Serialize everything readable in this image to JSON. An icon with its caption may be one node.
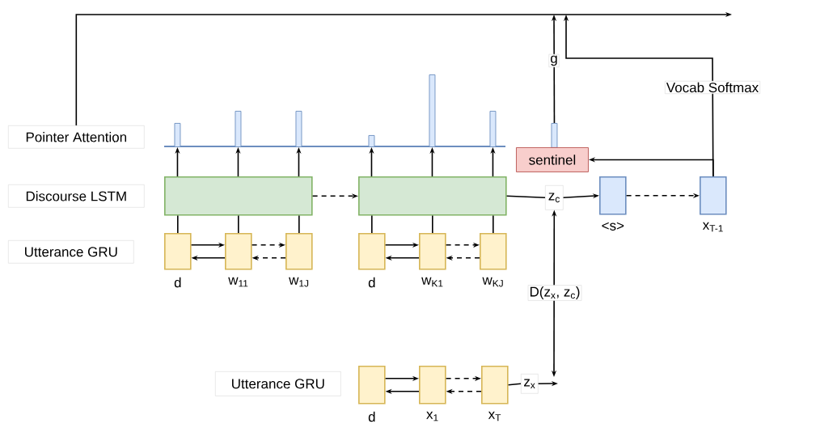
{
  "diagram": {
    "nodes": [
      {
        "text": [
          "Pointer Attention"
        ]
      },
      {
        "text": [
          "Discourse LSTM"
        ]
      },
      {
        "text": [
          "Utterance GRU"
        ]
      },
      {
        "text": [],
        "shape": "box"
      },
      {
        "text": [],
        "shape": "box"
      },
      {
        "text": [],
        "shape": "box",
        "beside": [
          "d"
        ]
      },
      {
        "text": [],
        "shape": "box",
        "beside": [
          "w$_{11}$"
        ]
      },
      {
        "text": [],
        "shape": "box",
        "beside": [
          "w$_{1J}$"
        ]
      },
      {
        "text": [],
        "shape": "box",
        "beside": [
          "d"
        ]
      },
      {
        "text": [],
        "shape": "box",
        "beside": [
          "w$_{K1}$"
        ]
      },
      {
        "text": [],
        "shape": "box",
        "beside": [
          "w$_{KJ}$"
        ]
      },
      {
        "text": [],
        "shape": "bar"
      },
      {
        "text": [],
        "shape": "bar"
      },
      {
        "text": [],
        "shape": "bar"
      },
      {
        "text": [],
        "shape": "bar"
      },
      {
        "text": [],
        "shape": "bar"
      },
      {
        "text": [],
        "shape": "bar"
      },
      {
        "text": [],
        "shape": "bar"
      },
      {
        "text": [
          "sentinel"
        ]
      },
      {
        "text": [
          "z$_{c}$"
        ]
      },
      {
        "text": [],
        "shape": "box",
        "beside": [
          "<s>"
        ]
      },
      {
        "text": [],
        "shape": "box",
        "beside": [
          "x$_{T-1}$"
        ]
      },
      {
        "text": [
          "Utterance GRU"
        ]
      },
      {
        "text": [],
        "shape": "box",
        "beside": [
          "d"
        ]
      },
      {
        "text": [],
        "shape": "box",
        "beside": [
          "x$_{1}$"
        ]
      },
      {
        "text": [],
        "shape": "box",
        "beside": [
          "x$_{T}$"
        ]
      },
      {
        "text": [
          "z$_{x}$"
        ]
      }
    ],
    "edges": [
      {
        "from": 0,
        "to": null,
        "arrow": "to"
      },
      {
        "from": 5,
        "to": 3,
        "arrow": "none"
      },
      {
        "from": 6,
        "to": 3,
        "arrow": "none"
      },
      {
        "from": 7,
        "to": 3,
        "arrow": "none"
      },
      {
        "from": 8,
        "to": 4,
        "arrow": "none"
      },
      {
        "from": 9,
        "to": 4,
        "arrow": "none"
      },
      {
        "from": 10,
        "to": 4,
        "arrow": "none"
      },
      {
        "from": 3,
        "to": 11,
        "arrow": "to"
      },
      {
        "from": 3,
        "to": 12,
        "arrow": "to"
      },
      {
        "from": 3,
        "to": 13,
        "arrow": "to"
      },
      {
        "from": 4,
        "to": 14,
        "arrow": "to"
      },
      {
        "from": 4,
        "to": 15,
        "arrow": "to"
      },
      {
        "from": 4,
        "to": 16,
        "arrow": "to"
      },
      {
        "from": 3,
        "to": 4,
        "arrow": "to",
        "style": "dashed"
      },
      {
        "from": 5,
        "to": 6,
        "arrow": "to"
      },
      {
        "from": 6,
        "to": 5,
        "arrow": "to"
      },
      {
        "from": 6,
        "to": 7,
        "arrow": "to",
        "style": "dashed"
      },
      {
        "from": 7,
        "to": 6,
        "arrow": "to",
        "style": "dashed"
      },
      {
        "from": 8,
        "to": 9,
        "arrow": "to"
      },
      {
        "from": 9,
        "to": 8,
        "arrow": "to"
      },
      {
        "from": 9,
        "to": 10,
        "arrow": "to",
        "style": "dashed"
      },
      {
        "from": 10,
        "to": 9,
        "arrow": "to",
        "style": "dashed"
      },
      {
        "from": 23,
        "to": 24,
        "arrow": "to"
      },
      {
        "from": 24,
        "to": 23,
        "arrow": "to"
      },
      {
        "from": 24,
        "to": 25,
        "arrow": "to",
        "style": "dashed"
      },
      {
        "from": 25,
        "to": 24,
        "arrow": "to",
        "style": "dashed"
      },
      {
        "from": 17,
        "to": null,
        "arrow": "to",
        "label": "g"
      },
      {
        "from": 21,
        "to": null,
        "arrow": "to",
        "label": "Vocab Softmax"
      },
      {
        "from": 21,
        "to": 18,
        "arrow": "to"
      },
      {
        "from": 4,
        "to": 19,
        "arrow": "none"
      },
      {
        "from": 19,
        "to": 20,
        "arrow": "to"
      },
      {
        "from": 20,
        "to": 21,
        "arrow": "to",
        "style": "dashed"
      },
      {
        "from": 25,
        "to": 26,
        "arrow": "none"
      },
      {
        "from": 26,
        "to": null,
        "arrow": "to"
      },
      {
        "from": 19,
        "to": null,
        "arrow": "both",
        "label": "D(z$_{x}$, z$_{c}$)"
      }
    ]
  }
}
